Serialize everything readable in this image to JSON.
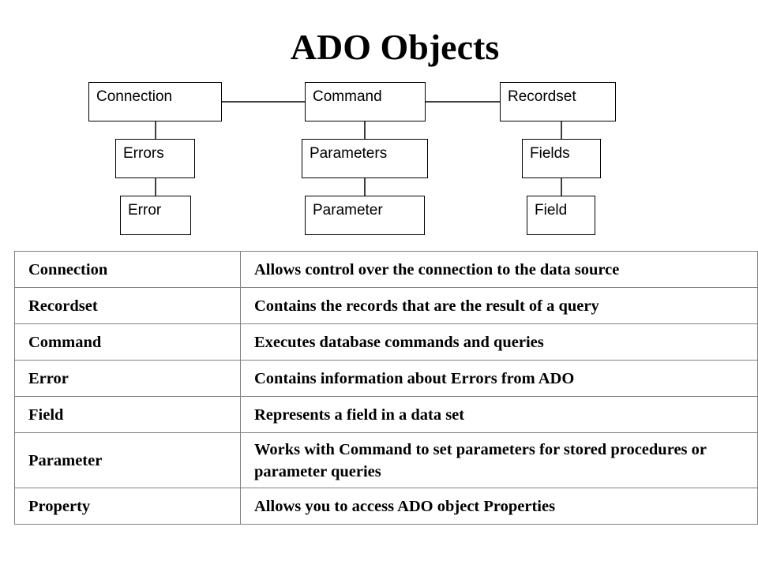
{
  "title": "ADO Objects",
  "diagram": {
    "nodes": {
      "connection": "Connection",
      "command": "Command",
      "recordset": "Recordset",
      "errors": "Errors",
      "parameters": "Parameters",
      "fields": "Fields",
      "error": "Error",
      "parameter": "Parameter",
      "field": "Field"
    }
  },
  "table": {
    "rows": [
      {
        "name": "Connection",
        "description": "Allows control over the connection to the data source"
      },
      {
        "name": "Recordset",
        "description": "Contains the records that are the result of a query"
      },
      {
        "name": "Command",
        "description": "Executes database commands and queries"
      },
      {
        "name": "Error",
        "description": "Contains information about Errors from ADO"
      },
      {
        "name": "Field",
        "description": "Represents a field in a data set"
      },
      {
        "name": "Parameter",
        "description": "Works with Command to set parameters for stored procedures or parameter queries"
      },
      {
        "name": "Property",
        "description": "Allows you to access ADO object Properties"
      }
    ]
  }
}
